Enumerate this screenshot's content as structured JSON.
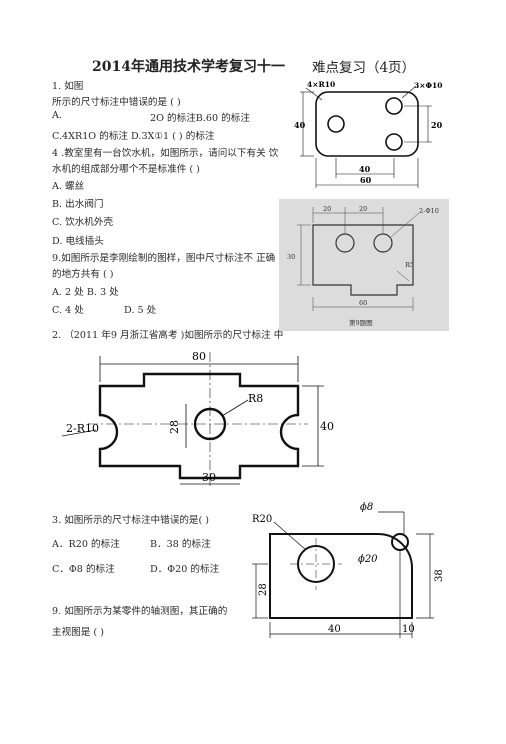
{
  "header": {
    "title": "2014年通用技术学考复习十一",
    "subtitle": "难点复习（4页）"
  },
  "questions": {
    "q1_line1": "1. 如图",
    "q1_line2": "所示的尺寸标注中错误的是 ( )",
    "q1_opt_a": "A.",
    "q1_opt_b": "2O 的标注B.60 的标注",
    "q1_opt_cd": "C.4XR1O 的标注  D.3X①1 ( ) 的标注",
    "q4_line1": "4 .教室里有一台饮水机，如图所示，请问以下有关 饮",
    "q4_line2": "水机的组成部分哪个不是标准件 ( )",
    "q4_a": "A.  螺丝",
    "q4_b": "B.  出水阀门",
    "q4_c": "C.  饮水机外壳",
    "q4_d": "D. 电线插头",
    "q9a_line1": "9.如图所示是李刚绘制的图样，图中尺寸标注不 正确",
    "q9a_line2": "的地方共有 ( )",
    "q9a_ab": "A.  2 处  B. 3 处",
    "q9a_c": "C. 4 处",
    "q9a_d": "D. 5 处",
    "q2_line": "2. （2011 年9 月浙江省高考 )如图所示的尺寸标注 中",
    "q3_line": "3. 如图所示的尺寸标注中错误的是(      )",
    "q3_a": "A．R20 的标注",
    "q3_b": "B．38 的标注",
    "q3_c": "C．Φ8 的标注",
    "q3_d": "D．Φ20 的标注",
    "q9b_line1": "9. 如图所示为某零件的轴测图，其正确的",
    "q9b_line2": "主视图是 (      )"
  },
  "fig1": {
    "r_label": "4×R10",
    "hole_label": "3×Φ10",
    "dim_40_left": "40",
    "dim_20_right": "20",
    "dim_40_bottom": "40",
    "dim_60_bottom": "60"
  },
  "fig9a": {
    "dim_20a": "20",
    "dim_20b": "20",
    "dim_2phi10": "2-Φ10",
    "dim_30": "30",
    "dim_r5": "R5",
    "dim_60": "60",
    "caption": "第9题图"
  },
  "fig2": {
    "dim_80": "80",
    "dim_r8": "R8",
    "dim_28": "28",
    "dim_40": "40",
    "dim_2r10": "2-R10",
    "dim_30": "30"
  },
  "fig3": {
    "dim_r20": "R20",
    "dim_phi8": "ϕ8",
    "dim_phi20": "ϕ20",
    "dim_28": "28",
    "dim_38": "38",
    "dim_40": "40",
    "dim_10": "10"
  }
}
